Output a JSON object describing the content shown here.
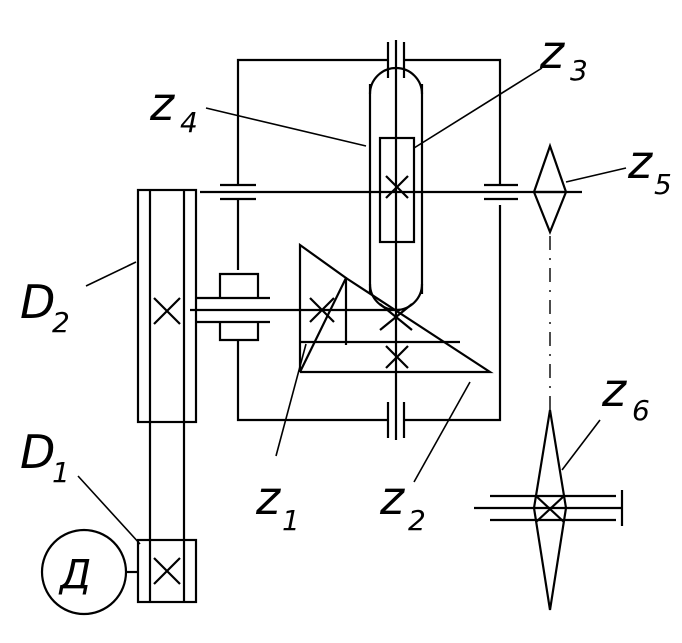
{
  "labels": {
    "z1": {
      "main": "z",
      "sub": "1"
    },
    "z2": {
      "main": "z",
      "sub": "2"
    },
    "z3": {
      "main": "z",
      "sub": "3"
    },
    "z4": {
      "main": "z",
      "sub": "4"
    },
    "z5": {
      "main": "z",
      "sub": "5"
    },
    "z6": {
      "main": "z",
      "sub": "6"
    },
    "d1": {
      "main": "D",
      "sub": "1"
    },
    "d2": {
      "main": "D",
      "sub": "2"
    },
    "motor": "Д"
  }
}
